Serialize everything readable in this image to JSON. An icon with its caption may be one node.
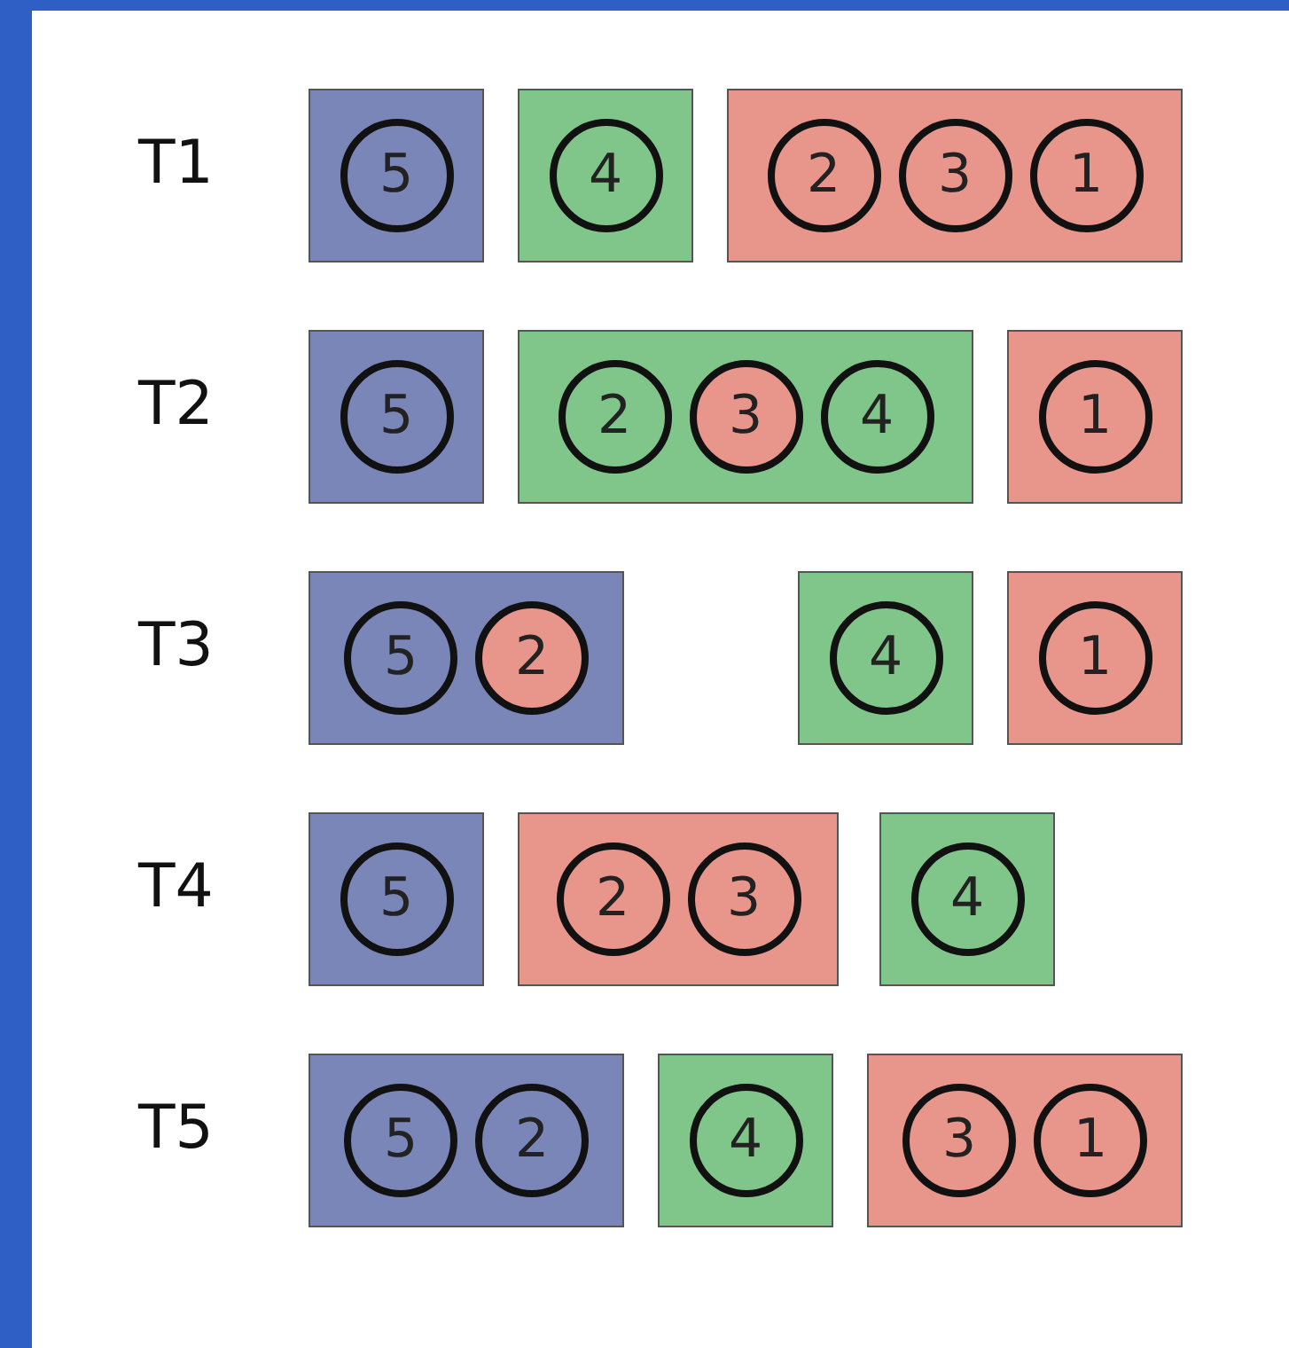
{
  "diagram": {
    "nodes": [
      {
        "text": [],
        "shape": "box"
      },
      {
        "text": [
          "5"
        ],
        "in": 0
      },
      {
        "text": [],
        "shape": "box"
      },
      {
        "text": [
          "4"
        ],
        "in": 2
      },
      {
        "text": [],
        "shape": "box"
      },
      {
        "text": [
          "2"
        ],
        "in": 4
      },
      {
        "text": [
          "3"
        ],
        "in": 4
      },
      {
        "text": [
          "1"
        ],
        "in": 4
      },
      {
        "text": [],
        "shape": "box"
      },
      {
        "text": [
          "5"
        ],
        "in": 8
      },
      {
        "text": [],
        "shape": "box"
      },
      {
        "text": [
          "2"
        ],
        "in": 10
      },
      {
        "text": [
          "3"
        ],
        "in": 10
      },
      {
        "text": [
          "4"
        ],
        "in": 10
      },
      {
        "text": [],
        "shape": "box"
      },
      {
        "text": [
          "1"
        ],
        "in": 14
      },
      {
        "text": [],
        "shape": "box"
      },
      {
        "text": [
          "5"
        ],
        "in": 16
      },
      {
        "text": [
          "2"
        ],
        "in": 16
      },
      {
        "text": [],
        "shape": "box"
      },
      {
        "text": [
          "4"
        ],
        "in": 19
      },
      {
        "text": [],
        "shape": "box"
      },
      {
        "text": [
          "1"
        ],
        "in": 21
      },
      {
        "text": [],
        "shape": "box"
      },
      {
        "text": [
          "5"
        ],
        "in": 23
      },
      {
        "text": [],
        "shape": "box"
      },
      {
        "text": [
          "2"
        ],
        "in": 25
      },
      {
        "text": [
          "3"
        ],
        "in": 25
      },
      {
        "text": [],
        "shape": "box"
      },
      {
        "text": [
          "4"
        ],
        "in": 28
      },
      {
        "text": [],
        "shape": "box"
      },
      {
        "text": [
          "5"
        ],
        "in": 30
      },
      {
        "text": [
          "2"
        ],
        "in": 30
      },
      {
        "text": [],
        "shape": "box"
      },
      {
        "text": [
          "4"
        ],
        "in": 33
      },
      {
        "text": [],
        "shape": "box"
      },
      {
        "text": [
          "3"
        ],
        "in": 35
      },
      {
        "text": [
          "1"
        ],
        "in": 35
      }
    ],
    "labels": [
      "T1",
      "T2",
      "T3",
      "T4",
      "T5"
    ]
  }
}
